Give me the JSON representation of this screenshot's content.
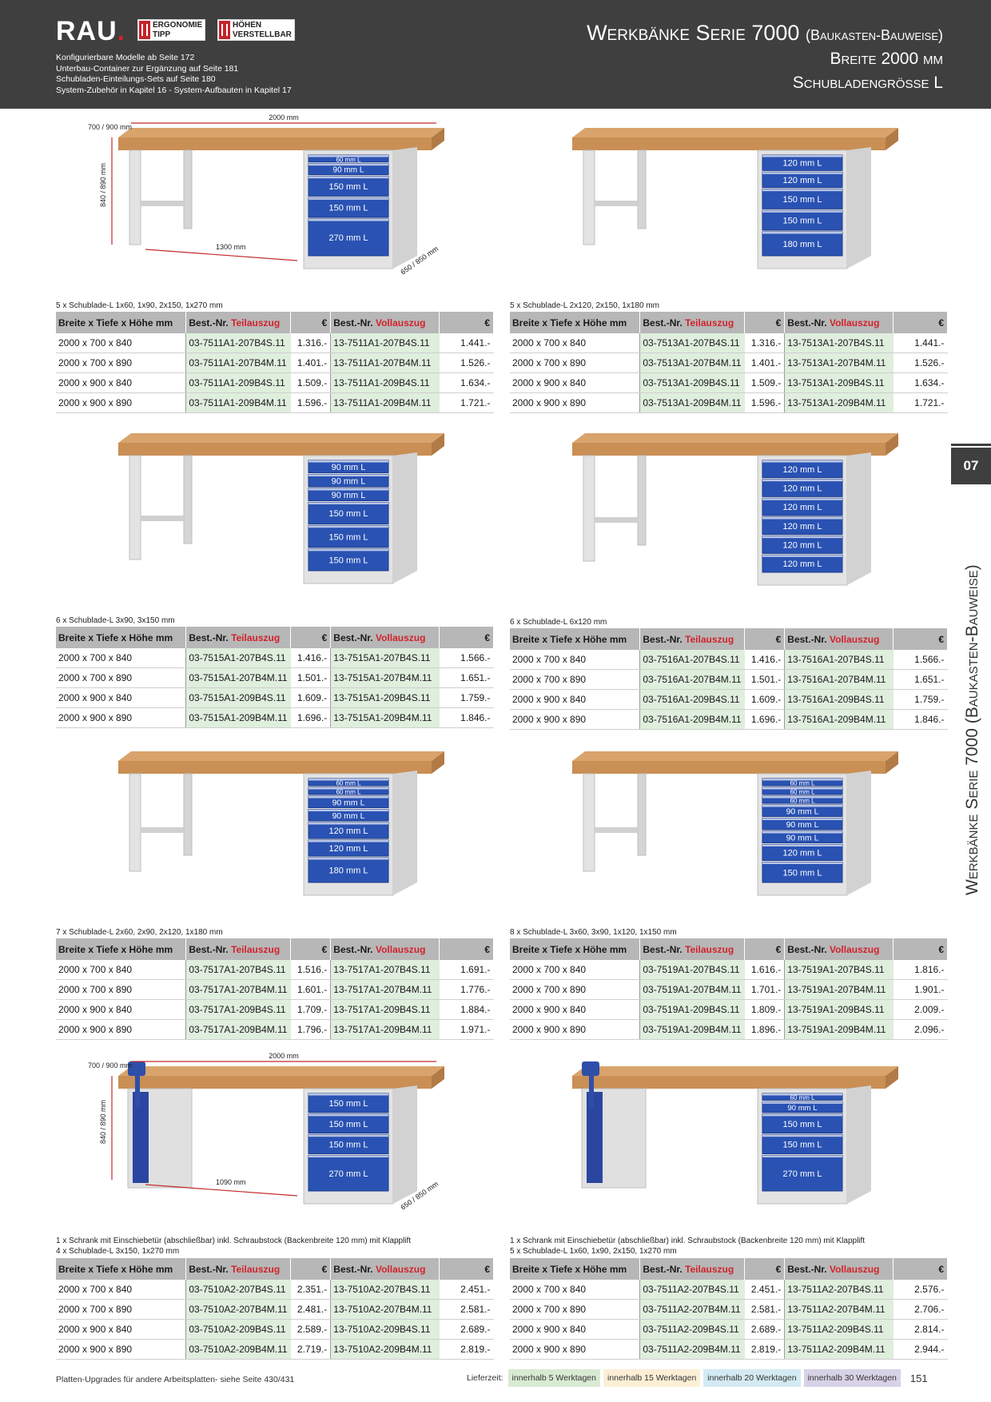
{
  "header": {
    "logo": "RAU",
    "logo_dot": ".",
    "badge_ergo": [
      "ERGONOMIE",
      "TIPP"
    ],
    "badge_hoehe": [
      "HÖHEN",
      "VERSTELLBAR"
    ],
    "notes": [
      "Konfigurierbare Modelle ab Seite 172",
      "Unterbau-Container zur Ergänzung auf Seite 181",
      "Schubladen-Einteilungs-Sets auf Seite 180",
      "System-Zubehör in Kapitel 16 - System-Aufbauten in Kapitel 17"
    ],
    "title_main": "Werkbänke Serie 7000",
    "title_sub": "(Baukasten-Bauweise)",
    "title_line2": "Breite 2000 mm",
    "title_line3": "Schubladengrösse L"
  },
  "side": {
    "tab": "07",
    "text": "Werkbänke Serie 7000 (Baukasten-Bauweise)"
  },
  "table_header": {
    "dims": "Breite x Tiefe x Höhe mm",
    "best": "Best.-Nr.",
    "teil": "Teilauszug",
    "voll": "Vollauszug",
    "eur": "€"
  },
  "dims_labels": {
    "width": "2000 mm",
    "depth": "700 / 900 mm",
    "height": "840 / 890 mm",
    "cab_depth": "650 / 850 mm",
    "leg1": "1300 mm",
    "leg2": "1090 mm"
  },
  "sections": [
    {
      "desc": "5 x Schublade-L 1x60, 1x90, 2x150, 1x270 mm",
      "drawers": [
        "60 mm L",
        "90 mm L",
        "150 mm L",
        "150 mm L",
        "270 mm L"
      ],
      "rows": [
        [
          "2000 x 700 x 840",
          "03-7511A1-207B4S.11",
          "1.316.-",
          "13-7511A1-207B4S.11",
          "1.441.-"
        ],
        [
          "2000 x 700 x 890",
          "03-7511A1-207B4M.11",
          "1.401.-",
          "13-7511A1-207B4M.11",
          "1.526.-"
        ],
        [
          "2000 x 900 x 840",
          "03-7511A1-209B4S.11",
          "1.509.-",
          "13-7511A1-209B4S.11",
          "1.634.-"
        ],
        [
          "2000 x 900 x 890",
          "03-7511A1-209B4M.11",
          "1.596.-",
          "13-7511A1-209B4M.11",
          "1.721.-"
        ]
      ]
    },
    {
      "desc": "5 x Schublade-L 2x120, 2x150, 1x180 mm",
      "drawers": [
        "120 mm L",
        "120 mm L",
        "150 mm L",
        "150 mm L",
        "180 mm L"
      ],
      "rows": [
        [
          "2000 x 700 x 840",
          "03-7513A1-207B4S.11",
          "1.316.-",
          "13-7513A1-207B4S.11",
          "1.441.-"
        ],
        [
          "2000 x 700 x 890",
          "03-7513A1-207B4M.11",
          "1.401.-",
          "13-7513A1-207B4M.11",
          "1.526.-"
        ],
        [
          "2000 x 900 x 840",
          "03-7513A1-209B4S.11",
          "1.509.-",
          "13-7513A1-209B4S.11",
          "1.634.-"
        ],
        [
          "2000 x 900 x 890",
          "03-7513A1-209B4M.11",
          "1.596.-",
          "13-7513A1-209B4M.11",
          "1.721.-"
        ]
      ]
    },
    {
      "desc": "6 x Schublade-L 3x90, 3x150 mm",
      "drawers": [
        "90 mm L",
        "90 mm L",
        "90 mm L",
        "150 mm L",
        "150 mm L",
        "150 mm L"
      ],
      "rows": [
        [
          "2000 x 700 x 840",
          "03-7515A1-207B4S.11",
          "1.416.-",
          "13-7515A1-207B4S.11",
          "1.566.-"
        ],
        [
          "2000 x 700 x 890",
          "03-7515A1-207B4M.11",
          "1.501.-",
          "13-7515A1-207B4M.11",
          "1.651.-"
        ],
        [
          "2000 x 900 x 840",
          "03-7515A1-209B4S.11",
          "1.609.-",
          "13-7515A1-209B4S.11",
          "1.759.-"
        ],
        [
          "2000 x 900 x 890",
          "03-7515A1-209B4M.11",
          "1.696.-",
          "13-7515A1-209B4M.11",
          "1.846.-"
        ]
      ]
    },
    {
      "desc": "6 x Schublade-L 6x120 mm",
      "drawers": [
        "120 mm L",
        "120 mm L",
        "120 mm L",
        "120 mm L",
        "120 mm L",
        "120 mm L"
      ],
      "rows": [
        [
          "2000 x 700 x 840",
          "03-7516A1-207B4S.11",
          "1.416.-",
          "13-7516A1-207B4S.11",
          "1.566.-"
        ],
        [
          "2000 x 700 x 890",
          "03-7516A1-207B4M.11",
          "1.501.-",
          "13-7516A1-207B4M.11",
          "1.651.-"
        ],
        [
          "2000 x 900 x 840",
          "03-7516A1-209B4S.11",
          "1.609.-",
          "13-7516A1-209B4S.11",
          "1.759.-"
        ],
        [
          "2000 x 900 x 890",
          "03-7516A1-209B4M.11",
          "1.696.-",
          "13-7516A1-209B4M.11",
          "1.846.-"
        ]
      ]
    },
    {
      "desc": "7 x Schublade-L 2x60, 2x90, 2x120, 1x180 mm",
      "drawers": [
        "60 mm L",
        "60 mm L",
        "90 mm L",
        "90 mm L",
        "120 mm L",
        "120 mm L",
        "180 mm L"
      ],
      "rows": [
        [
          "2000 x 700 x 840",
          "03-7517A1-207B4S.11",
          "1.516.-",
          "13-7517A1-207B4S.11",
          "1.691.-"
        ],
        [
          "2000 x 700 x 890",
          "03-7517A1-207B4M.11",
          "1.601.-",
          "13-7517A1-207B4M.11",
          "1.776.-"
        ],
        [
          "2000 x 900 x 840",
          "03-7517A1-209B4S.11",
          "1.709.-",
          "13-7517A1-209B4S.11",
          "1.884.-"
        ],
        [
          "2000 x 900 x 890",
          "03-7517A1-209B4M.11",
          "1.796.-",
          "13-7517A1-209B4M.11",
          "1.971.-"
        ]
      ]
    },
    {
      "desc": "8 x Schublade-L 3x60, 3x90, 1x120, 1x150 mm",
      "drawers": [
        "60 mm L",
        "60 mm L",
        "60 mm L",
        "90 mm L",
        "90 mm L",
        "90 mm L",
        "120 mm L",
        "150 mm L"
      ],
      "rows": [
        [
          "2000 x 700 x 840",
          "03-7519A1-207B4S.11",
          "1.616.-",
          "13-7519A1-207B4S.11",
          "1.816.-"
        ],
        [
          "2000 x 700 x 890",
          "03-7519A1-207B4M.11",
          "1.701.-",
          "13-7519A1-207B4M.11",
          "1.901.-"
        ],
        [
          "2000 x 900 x 840",
          "03-7519A1-209B4S.11",
          "1.809.-",
          "13-7519A1-209B4S.11",
          "2.009.-"
        ],
        [
          "2000 x 900 x 890",
          "03-7519A1-209B4M.11",
          "1.896.-",
          "13-7519A1-209B4M.11",
          "2.096.-"
        ]
      ]
    },
    {
      "desc": "1 x Schrank mit Einschiebetür (abschließbar) inkl. Schraubstock (Backenbreite 120 mm) mit Klapplift",
      "desc_line2": "4 x Schublade-L 3x150, 1x270 mm",
      "drawers": [
        "150 mm L",
        "150 mm L",
        "150 mm L",
        "270 mm L"
      ],
      "rows": [
        [
          "2000 x 700 x 840",
          "03-7510A2-207B4S.11",
          "2.351.-",
          "13-7510A2-207B4S.11",
          "2.451.-"
        ],
        [
          "2000 x 700 x 890",
          "03-7510A2-207B4M.11",
          "2.481.-",
          "13-7510A2-207B4M.11",
          "2.581.-"
        ],
        [
          "2000 x 900 x 840",
          "03-7510A2-209B4S.11",
          "2.589.-",
          "13-7510A2-209B4S.11",
          "2.689.-"
        ],
        [
          "2000 x 900 x 890",
          "03-7510A2-209B4M.11",
          "2.719.-",
          "13-7510A2-209B4M.11",
          "2.819.-"
        ]
      ]
    },
    {
      "desc": "1 x Schrank mit Einschiebetür (abschließbar) inkl. Schraubstock (Backenbreite 120 mm) mit Klapplift",
      "desc_line2": "5 x Schublade-L 1x60, 1x90, 2x150, 1x270 mm",
      "drawers": [
        "60 mm L",
        "90 mm L",
        "150 mm L",
        "150 mm L",
        "270 mm L"
      ],
      "rows": [
        [
          "2000 x 700 x 840",
          "03-7511A2-207B4S.11",
          "2.451.-",
          "13-7511A2-207B4S.11",
          "2.576.-"
        ],
        [
          "2000 x 700 x 890",
          "03-7511A2-207B4M.11",
          "2.581.-",
          "13-7511A2-207B4M.11",
          "2.706.-"
        ],
        [
          "2000 x 900 x 840",
          "03-7511A2-209B4S.11",
          "2.689.-",
          "13-7511A2-209B4S.11",
          "2.814.-"
        ],
        [
          "2000 x 900 x 890",
          "03-7511A2-209B4M.11",
          "2.819.-",
          "13-7511A2-209B4M.11",
          "2.944.-"
        ]
      ]
    }
  ],
  "footer": {
    "note": "Platten-Upgrades für andere Arbeitsplatten- siehe Seite 430/431",
    "delivery_label": "Lieferzeit:",
    "delivery": [
      {
        "text": "innerhalb 5 Werktagen",
        "color": "#d9ead3"
      },
      {
        "text": "innerhalb 15 Werktagen",
        "color": "#fcefd6"
      },
      {
        "text": "innerhalb 20 Werktagen",
        "color": "#d4eaf3"
      },
      {
        "text": "innerhalb 30 Werktagen",
        "color": "#d7d2e7"
      }
    ],
    "page": "151"
  },
  "colors": {
    "header": "#3f3f3f",
    "accent_red": "#d1232c",
    "drawer_blue": "#2952b3",
    "wood": "#c98f55",
    "frame": "#e3e3e3"
  }
}
